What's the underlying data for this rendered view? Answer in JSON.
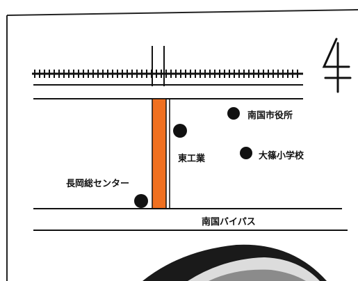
{
  "map": {
    "north_symbol": "北",
    "labels": {
      "city_hall": "南国市役所",
      "east_tech": "東工業",
      "school": "大篠小学校",
      "center": "長岡総センター",
      "bypass": "南国バイパス"
    },
    "colors": {
      "route": "#f07020",
      "ink": "#111111",
      "frame": "#222222"
    },
    "icons": [
      "railway-tracks",
      "landmark-dot-icon"
    ]
  }
}
